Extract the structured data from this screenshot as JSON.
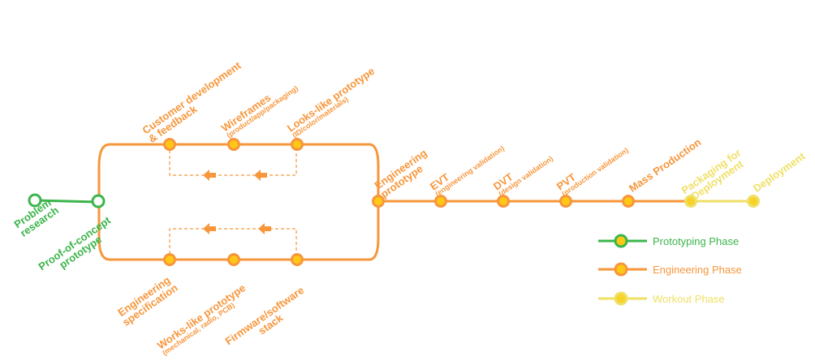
{
  "colors": {
    "prototyping": "#3bb54a",
    "engineering": "#f7963b",
    "workout": "#efe066",
    "node_fill": "#ffc817",
    "workout_node_fill": "#f7d22a"
  },
  "labels": {
    "problem": "Problem\nresearch",
    "poc": "Proof-of-concept\nprototype",
    "customer": "Customer development\n& feedback",
    "wireframes": "Wireframes",
    "wireframes_sub": "(product/app/packaging)",
    "looks": "Looks-like prototype",
    "looks_sub": "(ID/color/materials)",
    "eng_spec": "Engineering\nspecification",
    "works": "Works-like prototype",
    "works_sub": "(mechanical,  radio,  PCB)",
    "firmware": "Firmware/software\nstack",
    "eng_proto": "Engineering\nprototype",
    "evt": "EVT",
    "evt_sub": "(engineering validation)",
    "dvt": "DVT",
    "dvt_sub": "(design validation)",
    "pvt": "PVT",
    "pvt_sub": "(production validation)",
    "mass": "Mass Production",
    "packaging": "Packaging for\nDeployment",
    "deployment": "Deployment"
  },
  "legend": {
    "prototyping": "Prototyping Phase",
    "engineering": "Engineering  Phase",
    "workout": "Workout Phase"
  }
}
